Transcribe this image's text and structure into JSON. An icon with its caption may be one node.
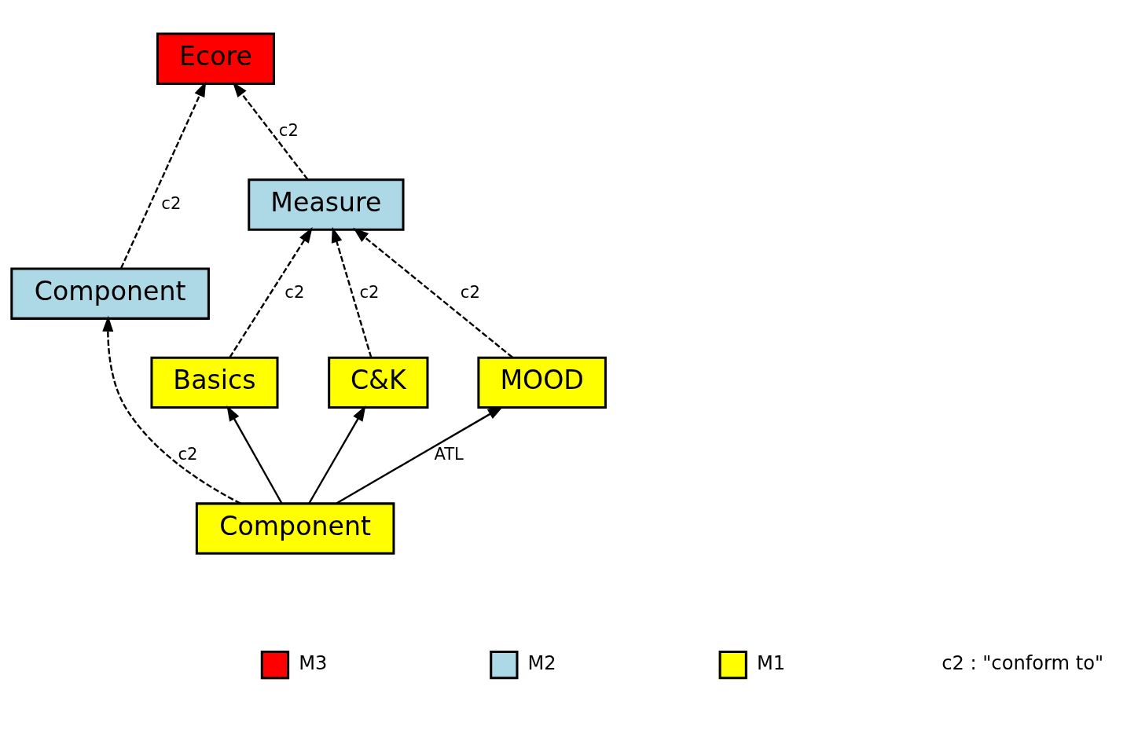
{
  "diagram": {
    "nodes": [
      {
        "text": [
          "Ecore"
        ]
      },
      {
        "text": [
          "Component"
        ]
      },
      {
        "text": [
          "Measure"
        ]
      },
      {
        "text": [
          "Basics"
        ]
      },
      {
        "text": [
          "C&K"
        ]
      },
      {
        "text": [
          "Component"
        ]
      },
      {
        "text": [
          "MOOD"
        ]
      }
    ],
    "edges": [
      {
        "from": 1,
        "to": 0,
        "arrow": "to",
        "label": "c2",
        "style": "dashed"
      },
      {
        "from": 2,
        "to": 0,
        "arrow": "to",
        "label": "c2",
        "style": "dashed"
      },
      {
        "from": 5,
        "to": 1,
        "arrow": "to",
        "label": "c2",
        "style": "dashed"
      },
      {
        "from": 3,
        "to": 2,
        "arrow": "to",
        "label": "c2",
        "style": "dashed"
      },
      {
        "from": 4,
        "to": 2,
        "arrow": "to",
        "label": "c2",
        "style": "dashed"
      },
      {
        "from": 6,
        "to": 2,
        "arrow": "to",
        "label": "c2",
        "style": "dashed"
      },
      {
        "from": 5,
        "to": 3,
        "arrow": "to"
      },
      {
        "from": 5,
        "to": 4,
        "arrow": "to"
      },
      {
        "from": 5,
        "to": 6,
        "arrow": "to",
        "label": "ATL"
      }
    ],
    "labels": [
      "c2 : \"conform to\""
    ],
    "legend": [
      {
        "text": "M3",
        "color": "#ff0000"
      },
      {
        "text": "M2",
        "color": "#add8e6"
      },
      {
        "text": "M1",
        "color": "#ffff00"
      }
    ]
  }
}
